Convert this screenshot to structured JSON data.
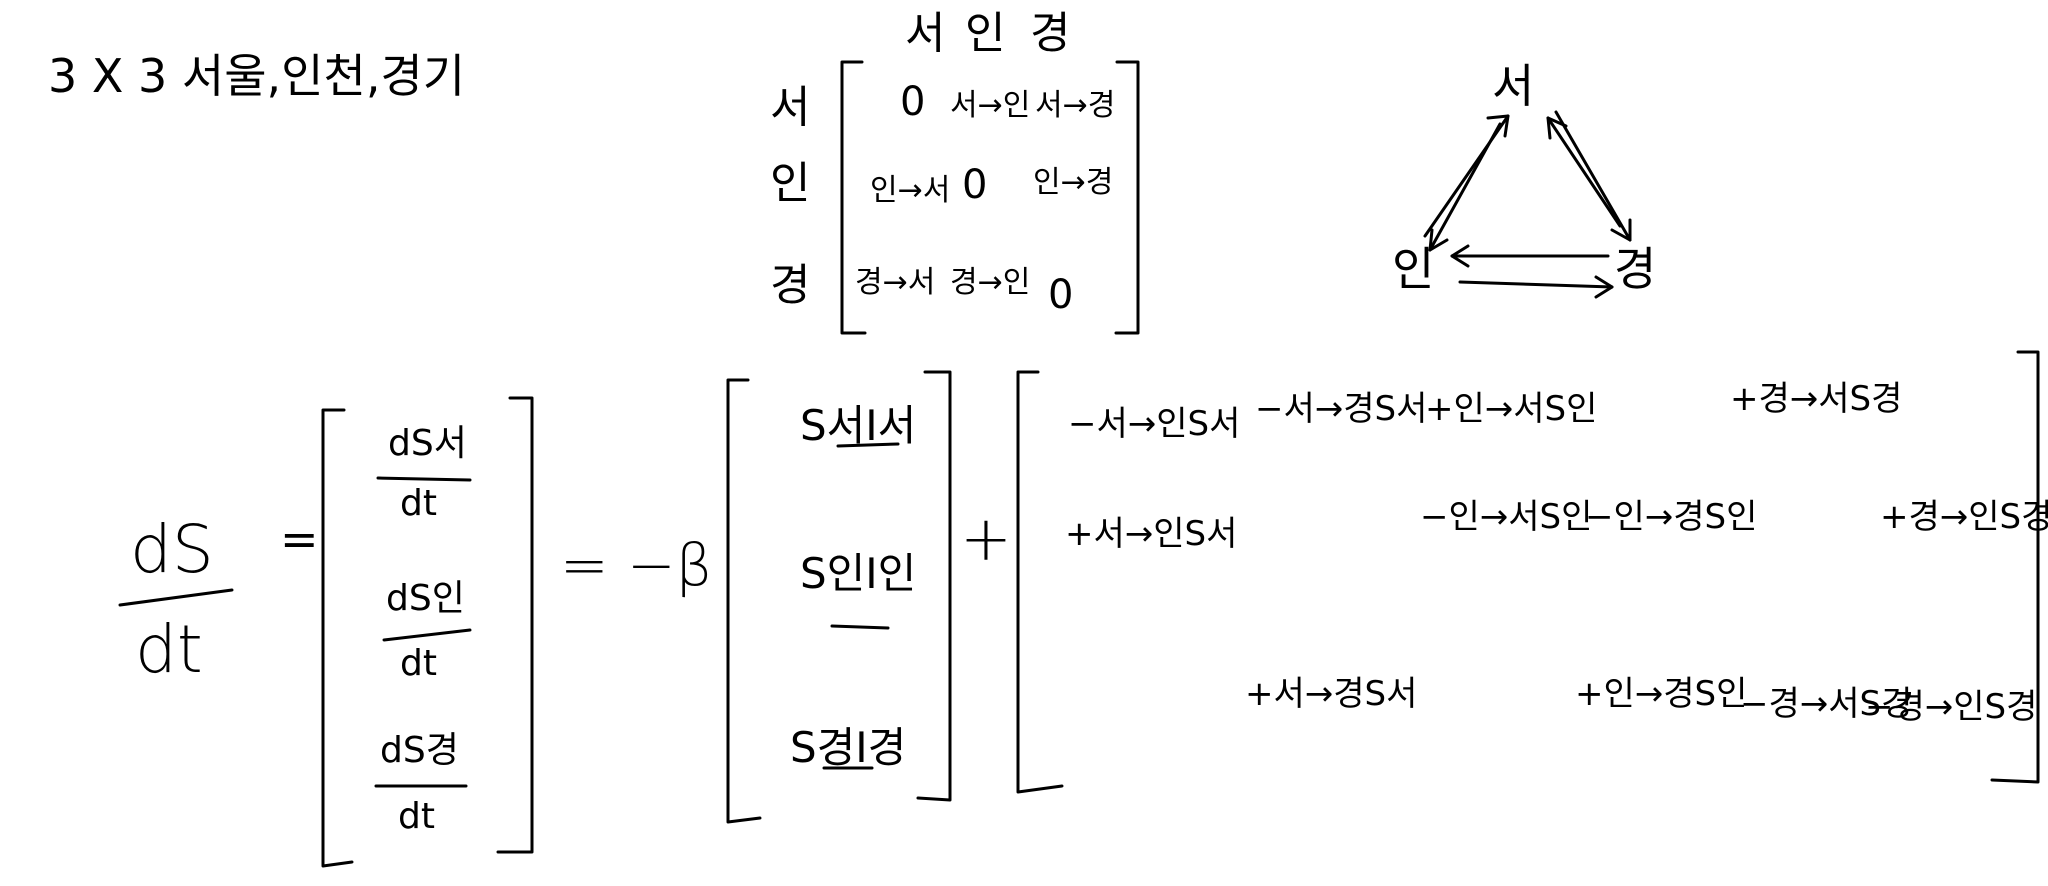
{
  "title": "3 X 3 서울,인천,경기",
  "matrix": {
    "col_headers": [
      "서",
      "인",
      "경"
    ],
    "row_headers": [
      "서",
      "인",
      "경"
    ],
    "cells": [
      [
        "0",
        "서→인",
        "서→경"
      ],
      [
        "인→서",
        "0",
        "인→경"
      ],
      [
        "경→서",
        "경→인",
        "0"
      ]
    ]
  },
  "graph": {
    "nodes": [
      "서",
      "인",
      "경"
    ]
  },
  "equation": {
    "lhs_num": "dS",
    "lhs_den": "dt",
    "equals": "=",
    "vec": [
      {
        "num": "dS서",
        "den": "dt"
      },
      {
        "num": "dS인",
        "den": "dt"
      },
      {
        "num": "dS경",
        "den": "dt"
      }
    ],
    "equals2": "= −β",
    "infect": [
      "S서I서",
      "S인I인",
      "S경I경"
    ],
    "plus": "+",
    "flow": [
      [
        "−서→인S서",
        "−서→경S서",
        "+인→서S인",
        "+경→서S경"
      ],
      [
        "+서→인S서",
        "−인→서S인",
        "−인→경S인",
        "+경→인S경"
      ],
      [
        "+서→경S서",
        "+인→경S인",
        "−경→서S경",
        "−경→인S경"
      ]
    ]
  }
}
